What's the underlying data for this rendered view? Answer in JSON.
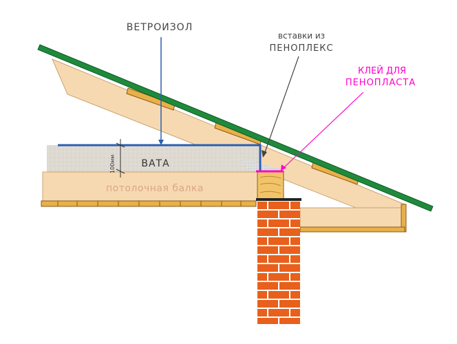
{
  "labels": {
    "windproof": "ВЕТРОИЗОЛ",
    "foam_inserts_line1": "вставки из",
    "foam_inserts_line2": "ПЕНОПЛЕКС",
    "glue_line1": "КЛЕЙ ДЛЯ",
    "glue_line2": "ПЕНОПЛАСТА",
    "wool": "ВАТА",
    "thickness": "100мм",
    "ceiling_beam": "потолочная балка"
  },
  "colors": {
    "roof": "#1f8a3c",
    "wood": "#f7d9b1",
    "wood_edge": "#c9a473",
    "lath": "#e8b04a",
    "lath_edge": "#8a5a14",
    "insulation": "#dedad2",
    "windproof_line": "#2a5fb0",
    "glue": "#ff00cc",
    "brick": "#e8601c",
    "brick_mortar": "#ffffff",
    "foam": "#d8d8d8",
    "text": "#444444",
    "beam_text": "#d9a787"
  }
}
